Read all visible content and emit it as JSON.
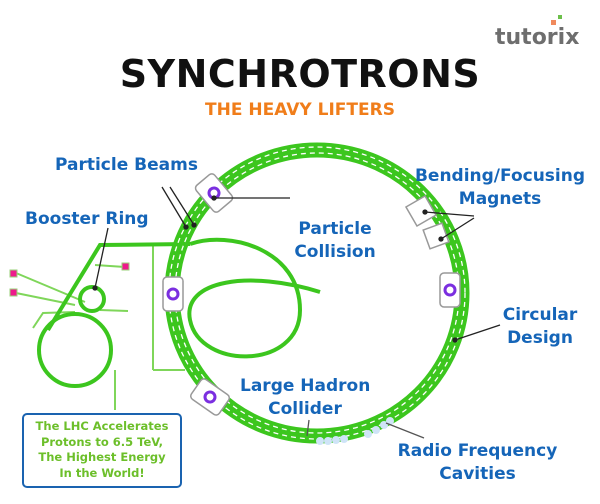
{
  "header": {
    "title": "SYNCHROTRONS",
    "subtitle": "THE HEAVY LIFTERS",
    "logo": "tutorix"
  },
  "labels": {
    "particle_beams": "Particle Beams",
    "booster_ring": "Booster Ring",
    "particle_collision": [
      "Particle",
      "Collision"
    ],
    "bending_magnets": [
      "Bending/Focusing",
      "Magnets"
    ],
    "circular_design": [
      "Circular",
      "Design"
    ],
    "large_hadron_collider": [
      "Large Hadron",
      "Collider"
    ],
    "radio_frequency_cavities": [
      "Radio Frequency",
      "Cavities"
    ]
  },
  "note": [
    "The LHC Accelerates",
    "Protons to 6.5 TeV,",
    "The Highest Energy",
    "In the World!"
  ],
  "colors": {
    "ring": "#3cc61e",
    "label": "#1565b8",
    "subtitle": "#f07d1a",
    "note_text": "#6cbf2a",
    "note_border": "#1a63b0",
    "particle": "#7b2fe0",
    "marker": "#ee1a8c"
  }
}
